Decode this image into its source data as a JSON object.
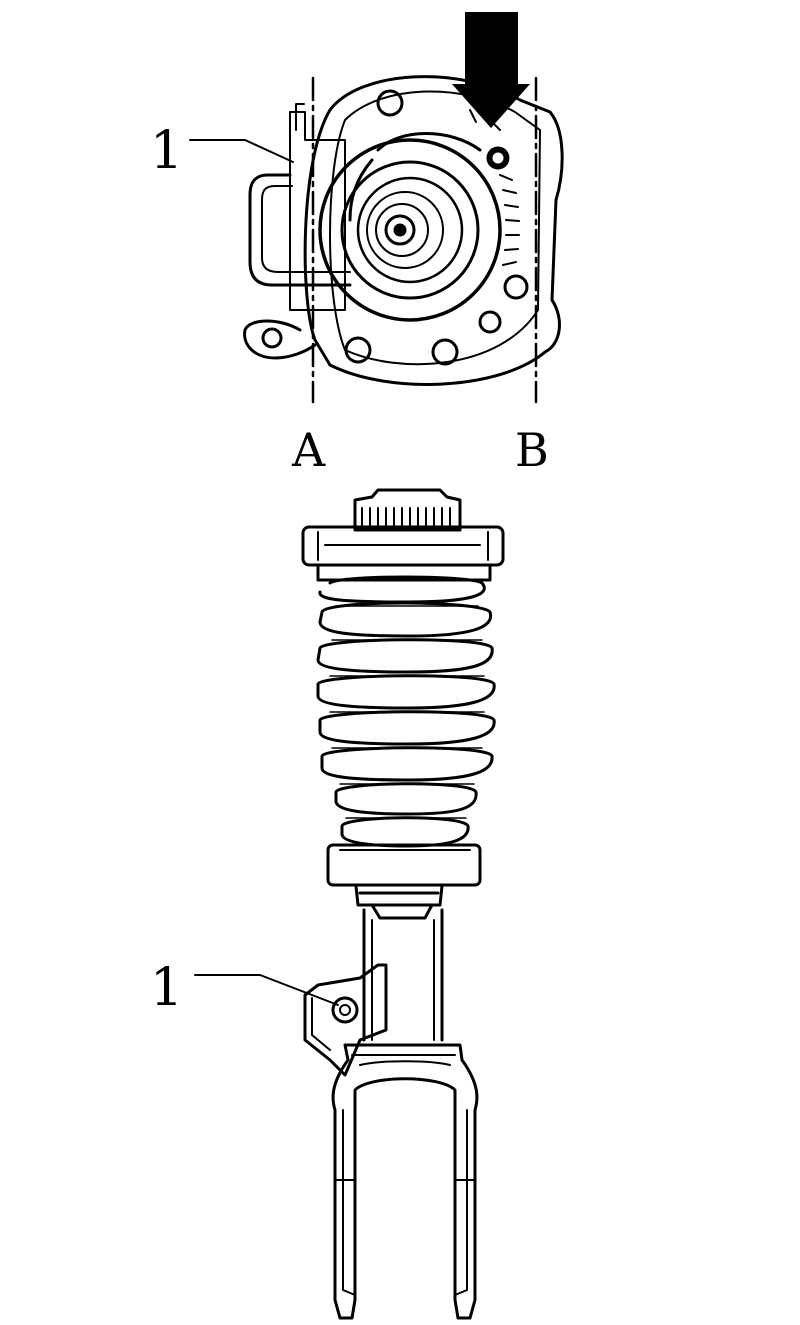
{
  "labels": {
    "callout_top": "1",
    "callout_bottom": "1",
    "axis_a": "A",
    "axis_b": "B"
  },
  "colors": {
    "ink": "#000000",
    "paper": "#ffffff"
  },
  "icons": {
    "arrow": "down-arrow-icon"
  }
}
